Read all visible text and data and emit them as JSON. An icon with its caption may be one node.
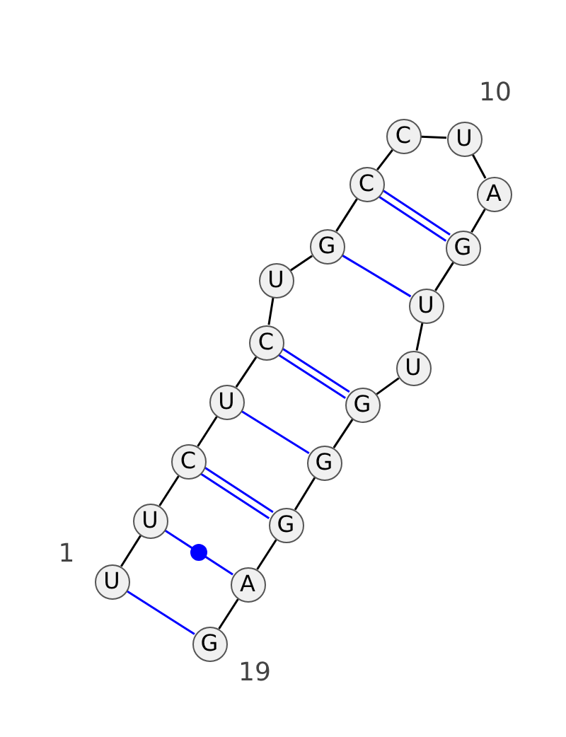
{
  "diagram": {
    "nodes": [
      {
        "text": [
          "U"
        ],
        "beside": [
          "1"
        ]
      },
      {
        "text": [
          "U"
        ]
      },
      {
        "text": [
          "C"
        ]
      },
      {
        "text": [
          "U"
        ]
      },
      {
        "text": [
          "C"
        ]
      },
      {
        "text": [
          "U"
        ]
      },
      {
        "text": [
          "G"
        ]
      },
      {
        "text": [
          "C"
        ]
      },
      {
        "text": [
          "C"
        ]
      },
      {
        "text": [
          "U"
        ],
        "beside": [
          "10"
        ]
      },
      {
        "text": [
          "A"
        ]
      },
      {
        "text": [
          "G"
        ]
      },
      {
        "text": [
          "U"
        ]
      },
      {
        "text": [
          "U"
        ]
      },
      {
        "text": [
          "G"
        ]
      },
      {
        "text": [
          "G"
        ]
      },
      {
        "text": [
          "G"
        ]
      },
      {
        "text": [
          "A"
        ]
      },
      {
        "text": [
          "G"
        ],
        "beside": [
          "19"
        ]
      }
    ],
    "edges": [
      {
        "from": 0,
        "to": 1,
        "arrow": "none"
      },
      {
        "from": 1,
        "to": 2,
        "arrow": "none"
      },
      {
        "from": 2,
        "to": 3,
        "arrow": "none"
      },
      {
        "from": 3,
        "to": 4,
        "arrow": "none"
      },
      {
        "from": 4,
        "to": 5,
        "arrow": "none"
      },
      {
        "from": 5,
        "to": 6,
        "arrow": "none"
      },
      {
        "from": 6,
        "to": 7,
        "arrow": "none"
      },
      {
        "from": 7,
        "to": 8,
        "arrow": "none"
      },
      {
        "from": 8,
        "to": 9,
        "arrow": "none"
      },
      {
        "from": 9,
        "to": 10,
        "arrow": "none"
      },
      {
        "from": 10,
        "to": 11,
        "arrow": "none"
      },
      {
        "from": 11,
        "to": 12,
        "arrow": "none"
      },
      {
        "from": 12,
        "to": 13,
        "arrow": "none"
      },
      {
        "from": 13,
        "to": 14,
        "arrow": "none"
      },
      {
        "from": 14,
        "to": 15,
        "arrow": "none"
      },
      {
        "from": 15,
        "to": 16,
        "arrow": "none"
      },
      {
        "from": 16,
        "to": 17,
        "arrow": "none"
      },
      {
        "from": 17,
        "to": 18,
        "arrow": "none"
      },
      {
        "from": 0,
        "to": 18,
        "arrow": "none",
        "color": "#0000ff"
      },
      {
        "from": 1,
        "to": 17,
        "arrow": "none",
        "color": "#0000ff"
      },
      {
        "from": 2,
        "to": 16,
        "arrow": "none",
        "color": "#0000ff"
      },
      {
        "from": 3,
        "to": 15,
        "arrow": "none",
        "color": "#0000ff"
      },
      {
        "from": 4,
        "to": 14,
        "arrow": "none",
        "color": "#0000ff"
      },
      {
        "from": 6,
        "to": 12,
        "arrow": "none",
        "color": "#0000ff"
      },
      {
        "from": 7,
        "to": 11,
        "arrow": "none",
        "color": "#0000ff"
      }
    ]
  }
}
